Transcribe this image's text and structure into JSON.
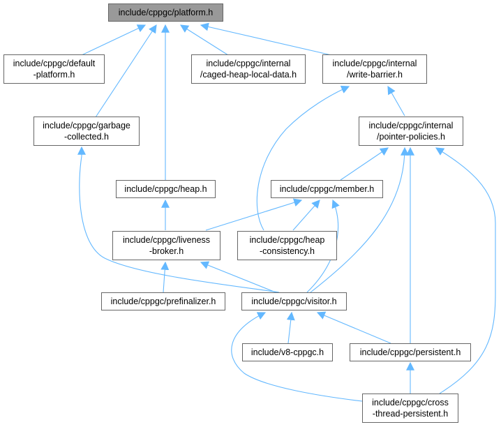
{
  "colors": {
    "edge": "#63b8ff",
    "root_fill": "#999999",
    "node_border": "#666666"
  },
  "nodes": {
    "platform": [
      "include/cppgc/platform.h"
    ],
    "default_platform": [
      "include/cppgc/default",
      "-platform.h"
    ],
    "caged": [
      "include/cppgc/internal",
      "/caged-heap-local-data.h"
    ],
    "write_barrier": [
      "include/cppgc/internal",
      "/write-barrier.h"
    ],
    "garbage": [
      "include/cppgc/garbage",
      "-collected.h"
    ],
    "pointer_policies": [
      "include/cppgc/internal",
      "/pointer-policies.h"
    ],
    "heap": [
      "include/cppgc/heap.h"
    ],
    "member": [
      "include/cppgc/member.h"
    ],
    "liveness": [
      "include/cppgc/liveness",
      "-broker.h"
    ],
    "heap_consistency": [
      "include/cppgc/heap",
      "-consistency.h"
    ],
    "prefinalizer": [
      "include/cppgc/prefinalizer.h"
    ],
    "visitor": [
      "include/cppgc/visitor.h"
    ],
    "v8_cppgc": [
      "include/v8-cppgc.h"
    ],
    "persistent": [
      "include/cppgc/persistent.h"
    ],
    "cross": [
      "include/cppgc/cross",
      "-thread-persistent.h"
    ]
  }
}
